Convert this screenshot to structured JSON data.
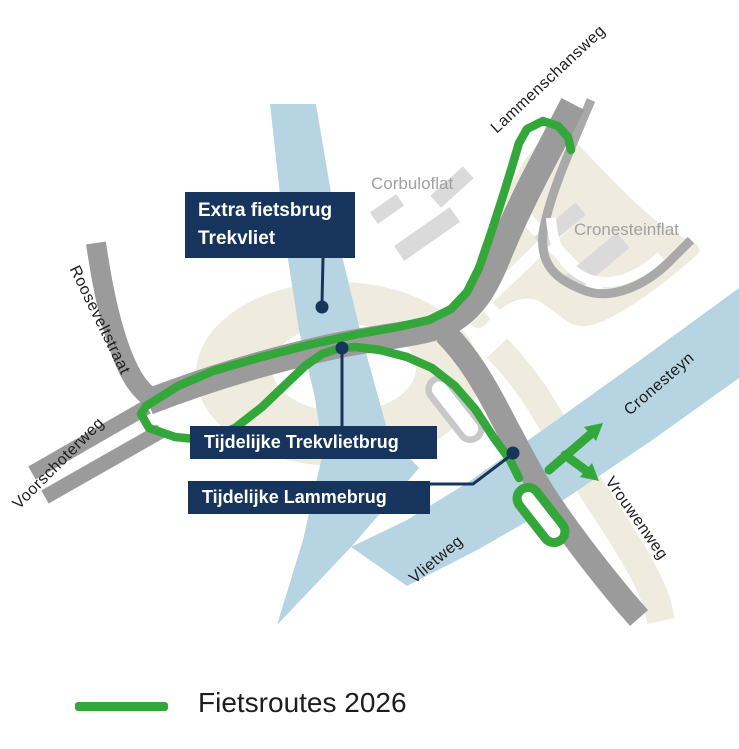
{
  "title": "Fietsroutes 2026",
  "legend": {
    "label": "Fietsroutes 2026"
  },
  "callouts": {
    "extra_fietsbrug": {
      "line1": "Extra fietsbrug",
      "line2": "Trekvliet"
    },
    "tijdelijke_trekvlietbrug": "Tijdelijke Trekvlietbrug",
    "tijdelijke_lammebrug": "Tijdelijke Lammebrug"
  },
  "street_labels": {
    "lammenschansweg": "Lammenschansweg",
    "rooseveltstraat": "Rooseveltstraat",
    "voorschoterweg": "Voorschoterweg",
    "vlietweg": "Vlietweg",
    "vrouwenweg": "Vrouwenweg",
    "cronesteyn": "Cronesteyn"
  },
  "area_labels": {
    "corbuloflat": "Corbuloflat",
    "cronesteinflat": "Cronesteinflat"
  },
  "colors": {
    "route_green": "#33a73a",
    "water_blue": "#b7d4e2",
    "road_gray": "#9b9b9b",
    "building_gray": "#dadada",
    "area_beige": "#efecdf",
    "callout_navy": "#17355c"
  }
}
